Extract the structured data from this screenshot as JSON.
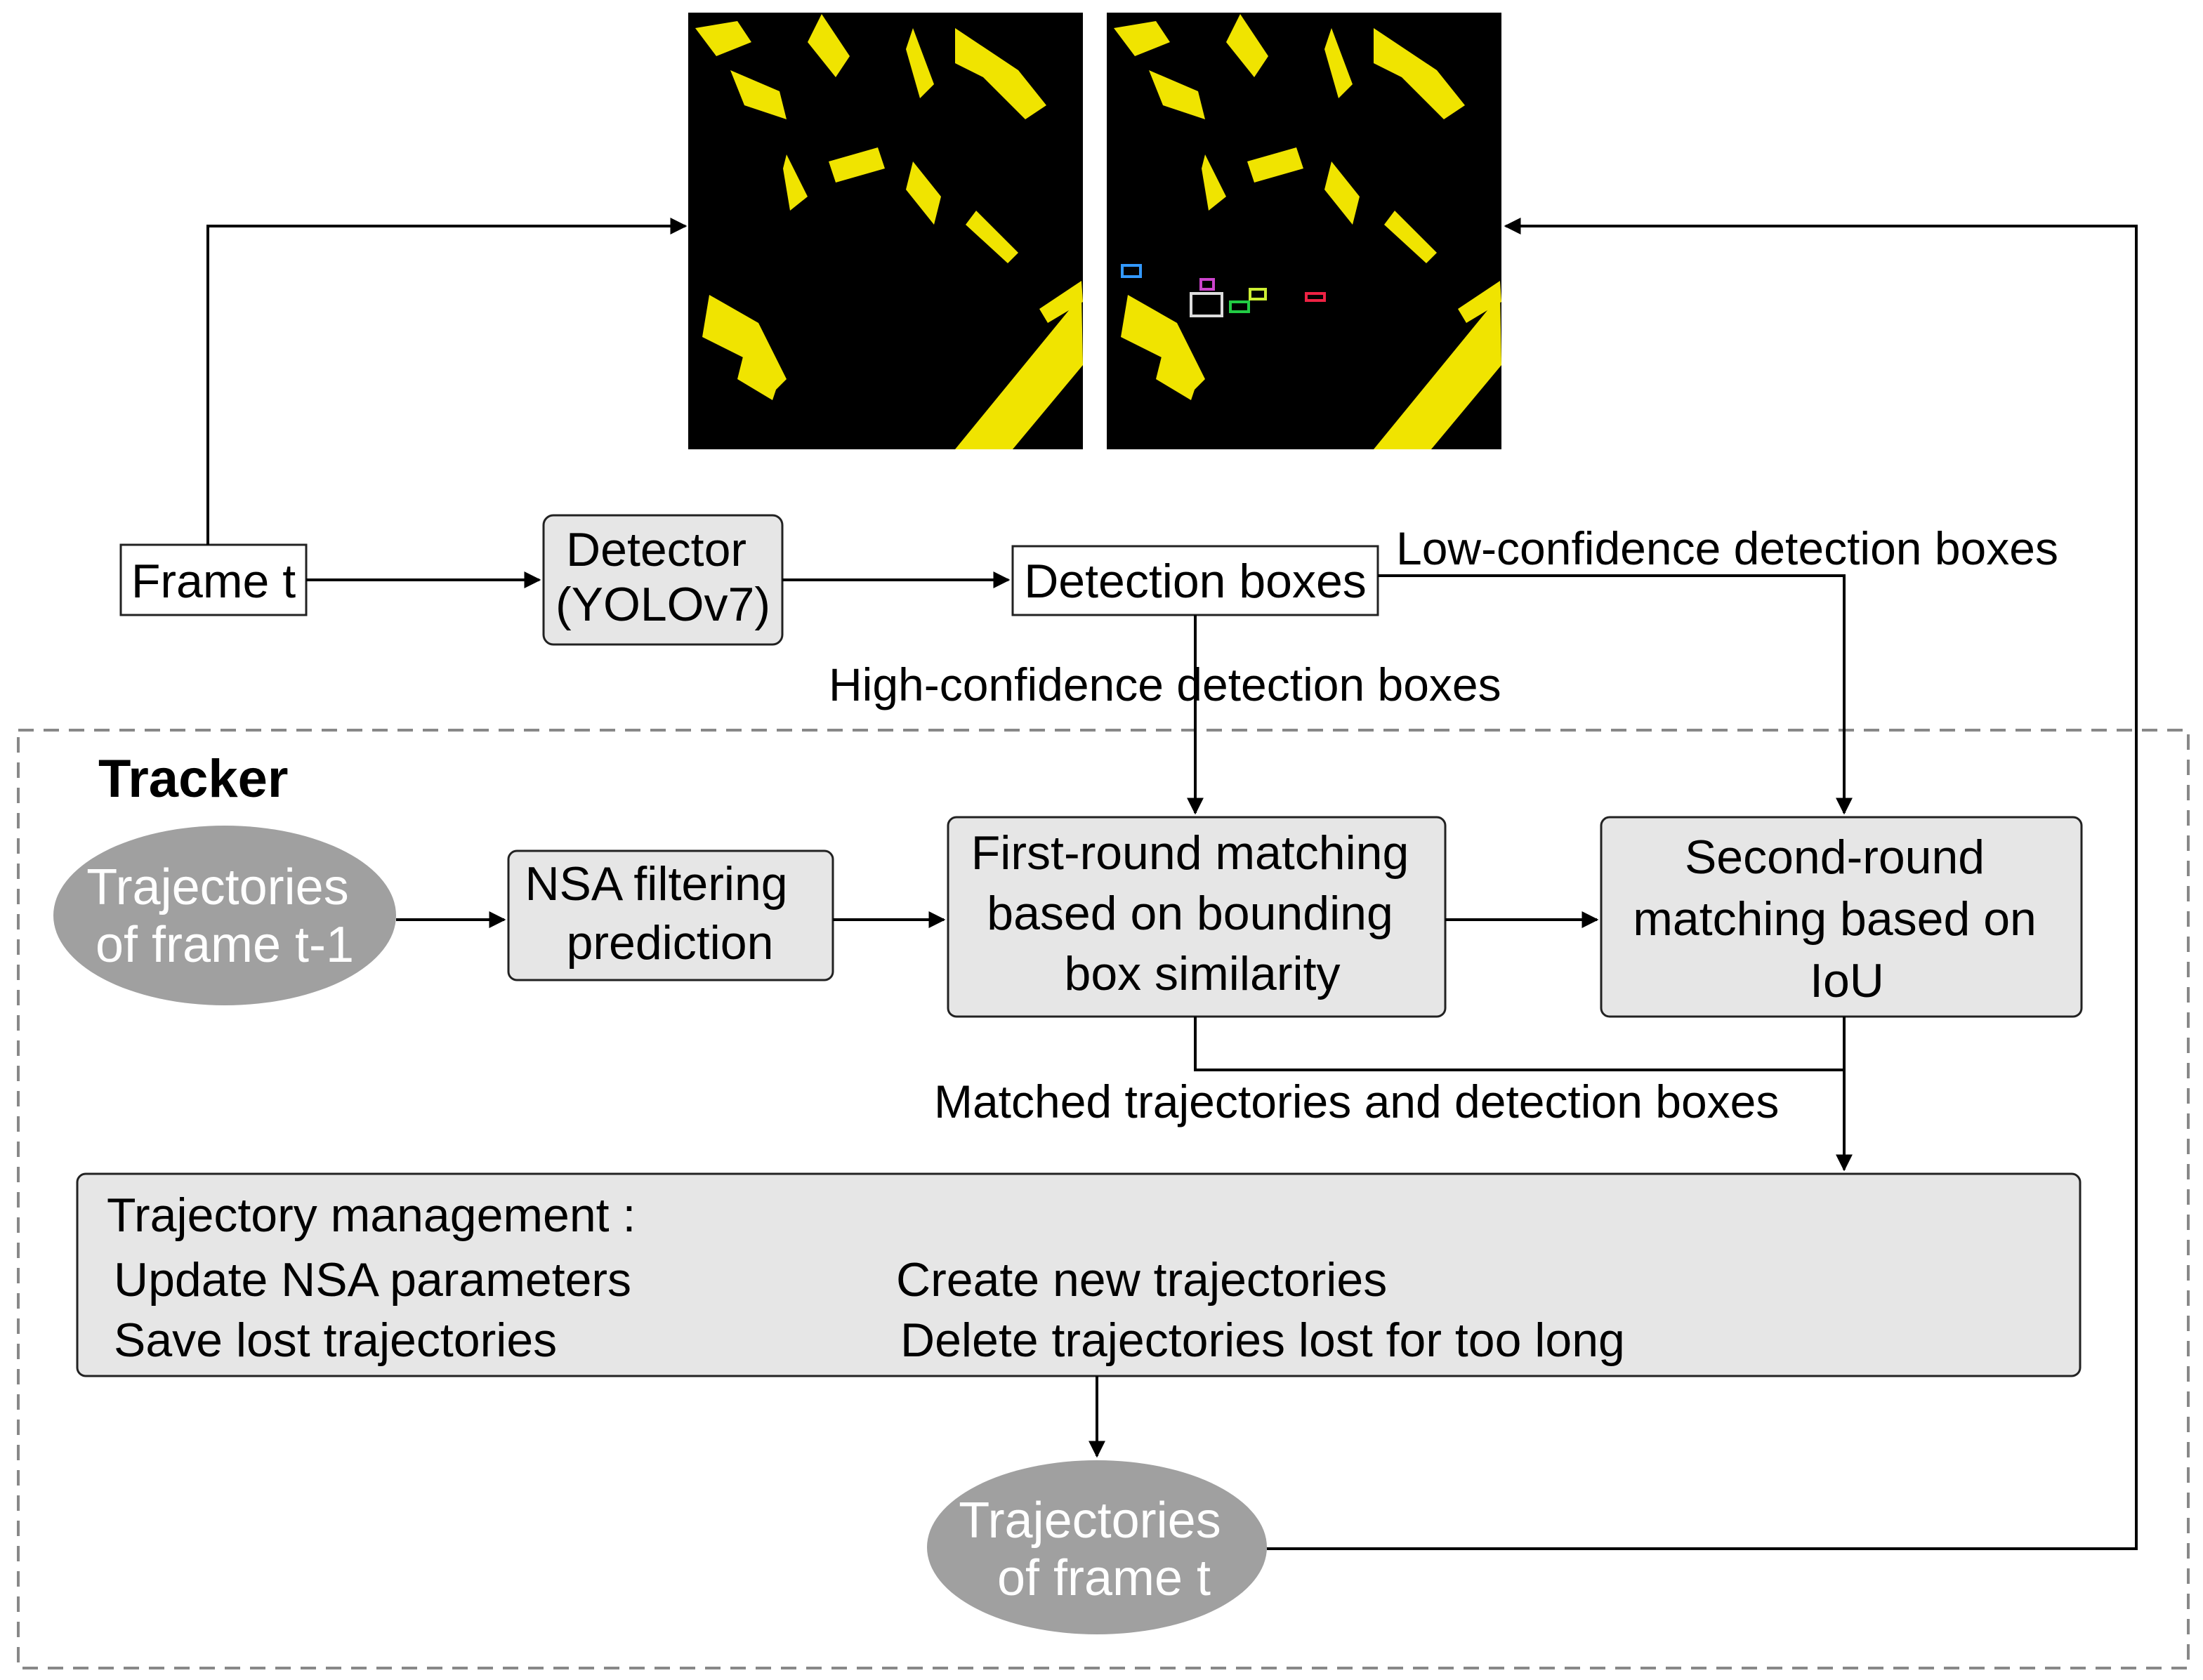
{
  "tracker_label": "Tracker",
  "frame_t": "Frame t",
  "detector": [
    "Detector",
    "(YOLOv7)"
  ],
  "detection_boxes": "Detection boxes",
  "low_conf_label": "Low-confidence detection boxes",
  "high_conf_label": "High-confidence detection boxes",
  "traj_prev": [
    "Trajectories",
    "of frame t-1"
  ],
  "nsa_filter": [
    "NSA filtering",
    "prediction"
  ],
  "first_round": [
    "First-round matching",
    "based on bounding",
    "box similarity"
  ],
  "second_round": [
    "Second-round",
    "matching based on",
    "IoU"
  ],
  "matched_label": "Matched trajectories and detection boxes",
  "management": {
    "title": "Trajectory management :",
    "left": [
      "Update NSA parameters",
      "Save lost trajectories"
    ],
    "right": [
      "Create new trajectories",
      "Delete trajectories lost for too long"
    ]
  },
  "traj_curr": [
    "Trajectories",
    "of frame t"
  ],
  "colors": {
    "box_fill": "#e6e6e6",
    "ellipse_fill": "#a0a0a0",
    "image_bg": "#000000",
    "highlight": "#f0e400",
    "dashed_border": "#888888"
  }
}
